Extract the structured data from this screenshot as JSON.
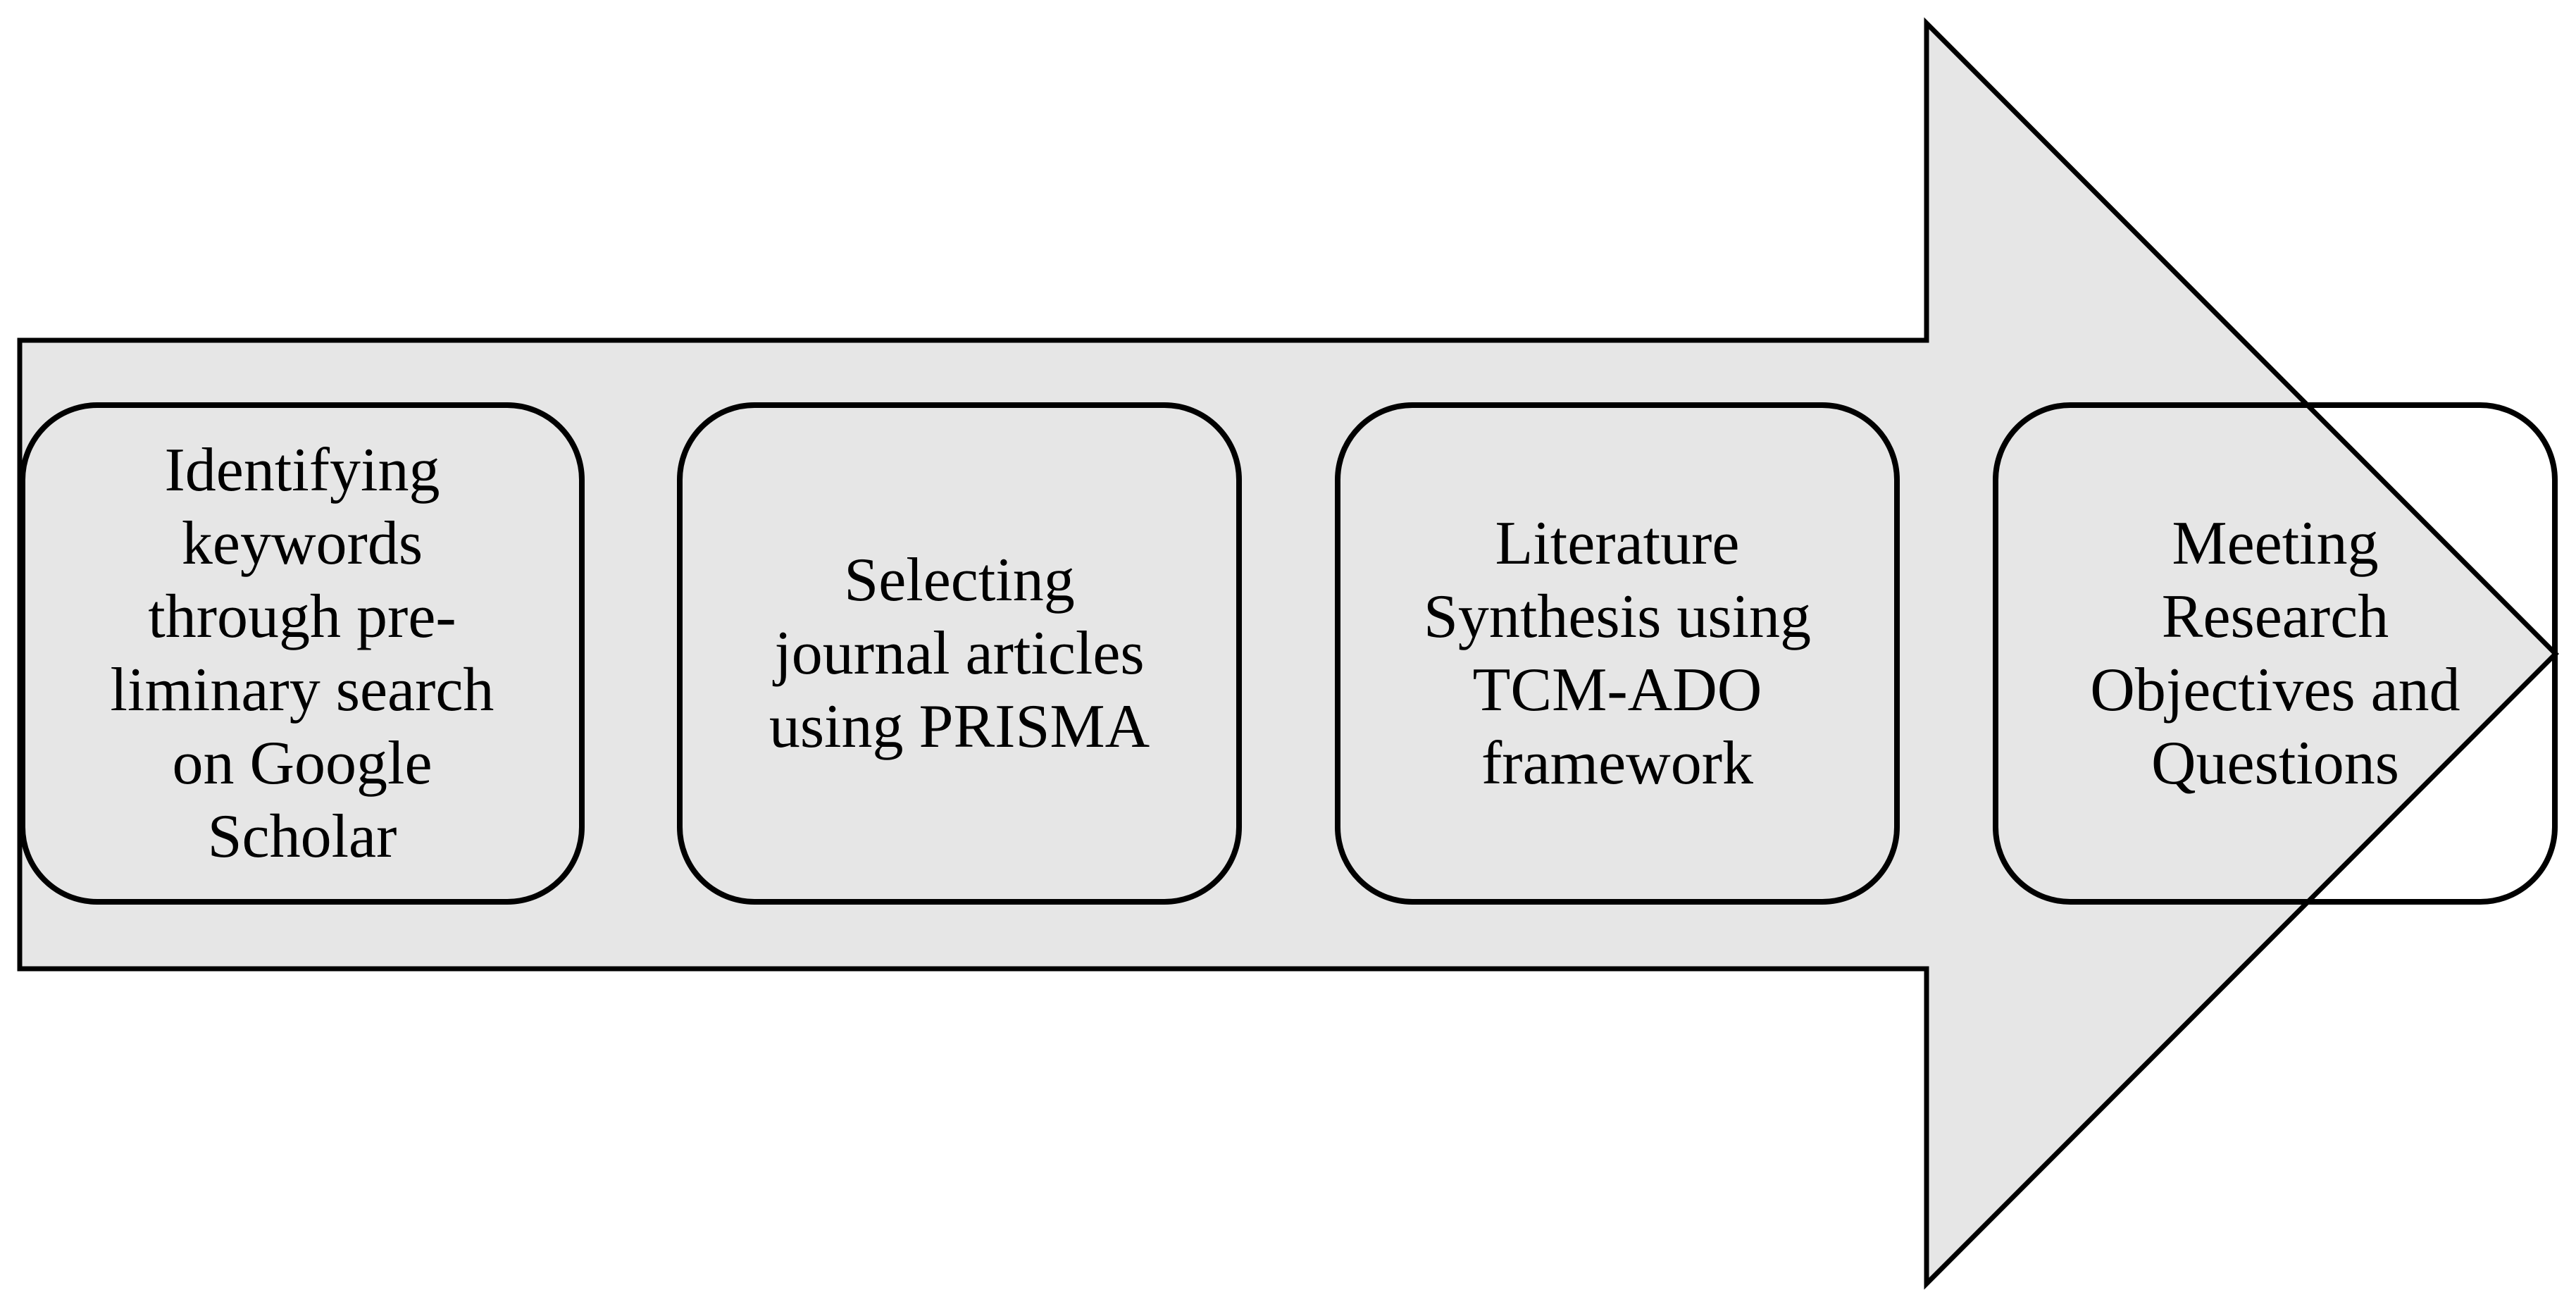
{
  "diagram": {
    "steps": [
      {
        "label": "Identifying\nkeywords\nthrough pre-\nliminary search\non Google\nScholar"
      },
      {
        "label": "Selecting\njournal articles\nusing PRISMA"
      },
      {
        "label": "Literature\nSynthesis using\nTCM-ADO\nframework"
      },
      {
        "label": "Meeting\nResearch\nObjectives and\nQuestions"
      }
    ],
    "colors": {
      "arrow_fill": "#e6e6e6",
      "box_fill": "#e6e6e6",
      "stroke": "#000000"
    }
  }
}
